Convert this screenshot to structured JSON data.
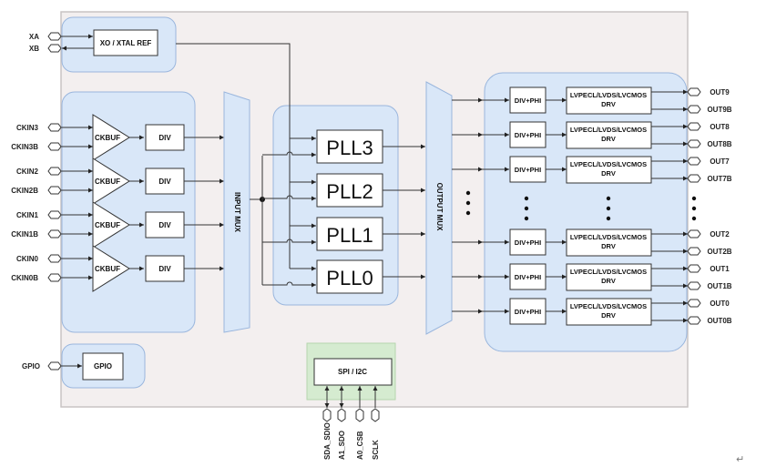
{
  "diagram": {
    "title": "Clock generator block diagram",
    "colors": {
      "frame_bg": "#f3efef",
      "group_fill": "#d9e7f8",
      "group_stroke": "#9ab6dd",
      "serial_fill": "#d5ebd0",
      "line": "#333333"
    },
    "xtal": {
      "pins": [
        "XA",
        "XB"
      ],
      "block_label": "XO / XTAL REF"
    },
    "inputs": {
      "channels": [
        {
          "pins": [
            "CKIN3",
            "CKIN3B"
          ],
          "buffer": "CKBUF",
          "divider": "DIV"
        },
        {
          "pins": [
            "CKIN2",
            "CKIN2B"
          ],
          "buffer": "CKBUF",
          "divider": "DIV"
        },
        {
          "pins": [
            "CKIN1",
            "CKIN1B"
          ],
          "buffer": "CKBUF",
          "divider": "DIV"
        },
        {
          "pins": [
            "CKIN0",
            "CKIN0B"
          ],
          "buffer": "CKBUF",
          "divider": "DIV"
        }
      ]
    },
    "input_mux_label": "INPUT MUX",
    "plls": [
      "PLL3",
      "PLL2",
      "PLL1",
      "PLL0"
    ],
    "output_mux_label": "OUTPUT MUX",
    "outputs": {
      "channels": [
        {
          "divider": "DIV+PHI",
          "driver_line1": "LVPECL/LVDS/LVCMOS",
          "driver_line2": "DRV",
          "pins": [
            "OUT9",
            "OUT9B"
          ]
        },
        {
          "divider": "DIV+PHI",
          "driver_line1": "LVPECL/LVDS/LVCMOS",
          "driver_line2": "DRV",
          "pins": [
            "OUT8",
            "OUT8B"
          ]
        },
        {
          "divider": "DIV+PHI",
          "driver_line1": "LVPECL/LVDS/LVCMOS",
          "driver_line2": "DRV",
          "pins": [
            "OUT7",
            "OUT7B"
          ]
        },
        {
          "divider": "DIV+PHI",
          "driver_line1": "LVPECL/LVDS/LVCMOS",
          "driver_line2": "DRV",
          "pins": [
            "OUT2",
            "OUT2B"
          ]
        },
        {
          "divider": "DIV+PHI",
          "driver_line1": "LVPECL/LVDS/LVCMOS",
          "driver_line2": "DRV",
          "pins": [
            "OUT1",
            "OUT1B"
          ]
        },
        {
          "divider": "DIV+PHI",
          "driver_line1": "LVPECL/LVDS/LVCMOS",
          "driver_line2": "DRV",
          "pins": [
            "OUT0",
            "OUT0B"
          ]
        }
      ],
      "ellipsis": "..."
    },
    "gpio": {
      "pin": "GPIO",
      "block_label": "GPIO"
    },
    "serial": {
      "block_label": "SPI / I2C",
      "pins": [
        {
          "name": "SDA_SDIO",
          "direction": "bidirectional"
        },
        {
          "name": "A1_SDO",
          "direction": "bidirectional"
        },
        {
          "name": "A0_CSB",
          "direction": "input"
        },
        {
          "name": "SCLK",
          "direction": "input"
        }
      ]
    },
    "edit_marker": "↵"
  }
}
